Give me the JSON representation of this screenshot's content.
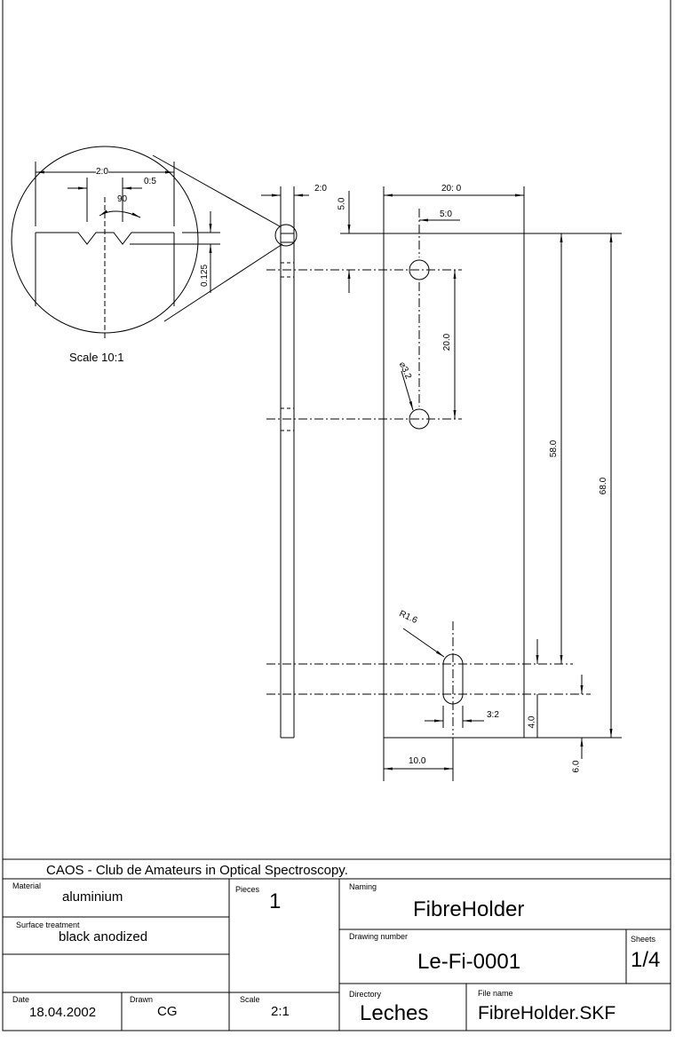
{
  "drawing": {
    "detail": {
      "width": "2:0",
      "groove": "0:5",
      "angle": "90",
      "depth": "0.125",
      "scale_label": "Scale 10:1"
    },
    "side_view": {
      "thickness": "2:0",
      "top_offset": "5.0"
    },
    "front_view": {
      "width": "20: 0",
      "hole_offset": "5:0",
      "hole_spacing": "20.0",
      "hole_diameter": "⌀3.2",
      "slot_pos": "58.0",
      "length": "68.0",
      "slot_radius": "R1.6",
      "slot_width": "3:2",
      "slot_length": "4.0",
      "slot_bottom": "6.0",
      "slot_x": "10.0"
    }
  },
  "title_block": {
    "organization": "CAOS - Club de Amateurs in Optical Spectroscopy.",
    "material_label": "Material",
    "material": "aluminium",
    "pieces_label": "Pieces",
    "pieces": "1",
    "naming_label": "Naming",
    "naming": "FibreHolder",
    "surface_label": "Surface treatment",
    "surface": "black anodized",
    "drawing_number_label": "Drawing number",
    "drawing_number": "Le-Fi-0001",
    "sheets_label": "Sheets",
    "sheets": "1/4",
    "date_label": "Date",
    "date": "18.04.2002",
    "drawn_label": "Drawn",
    "drawn": "CG",
    "scale_label": "Scale",
    "scale": "2:1",
    "directory_label": "Directory",
    "directory": "Leches",
    "file_label": "File name",
    "file": "FibreHolder.SKF"
  }
}
